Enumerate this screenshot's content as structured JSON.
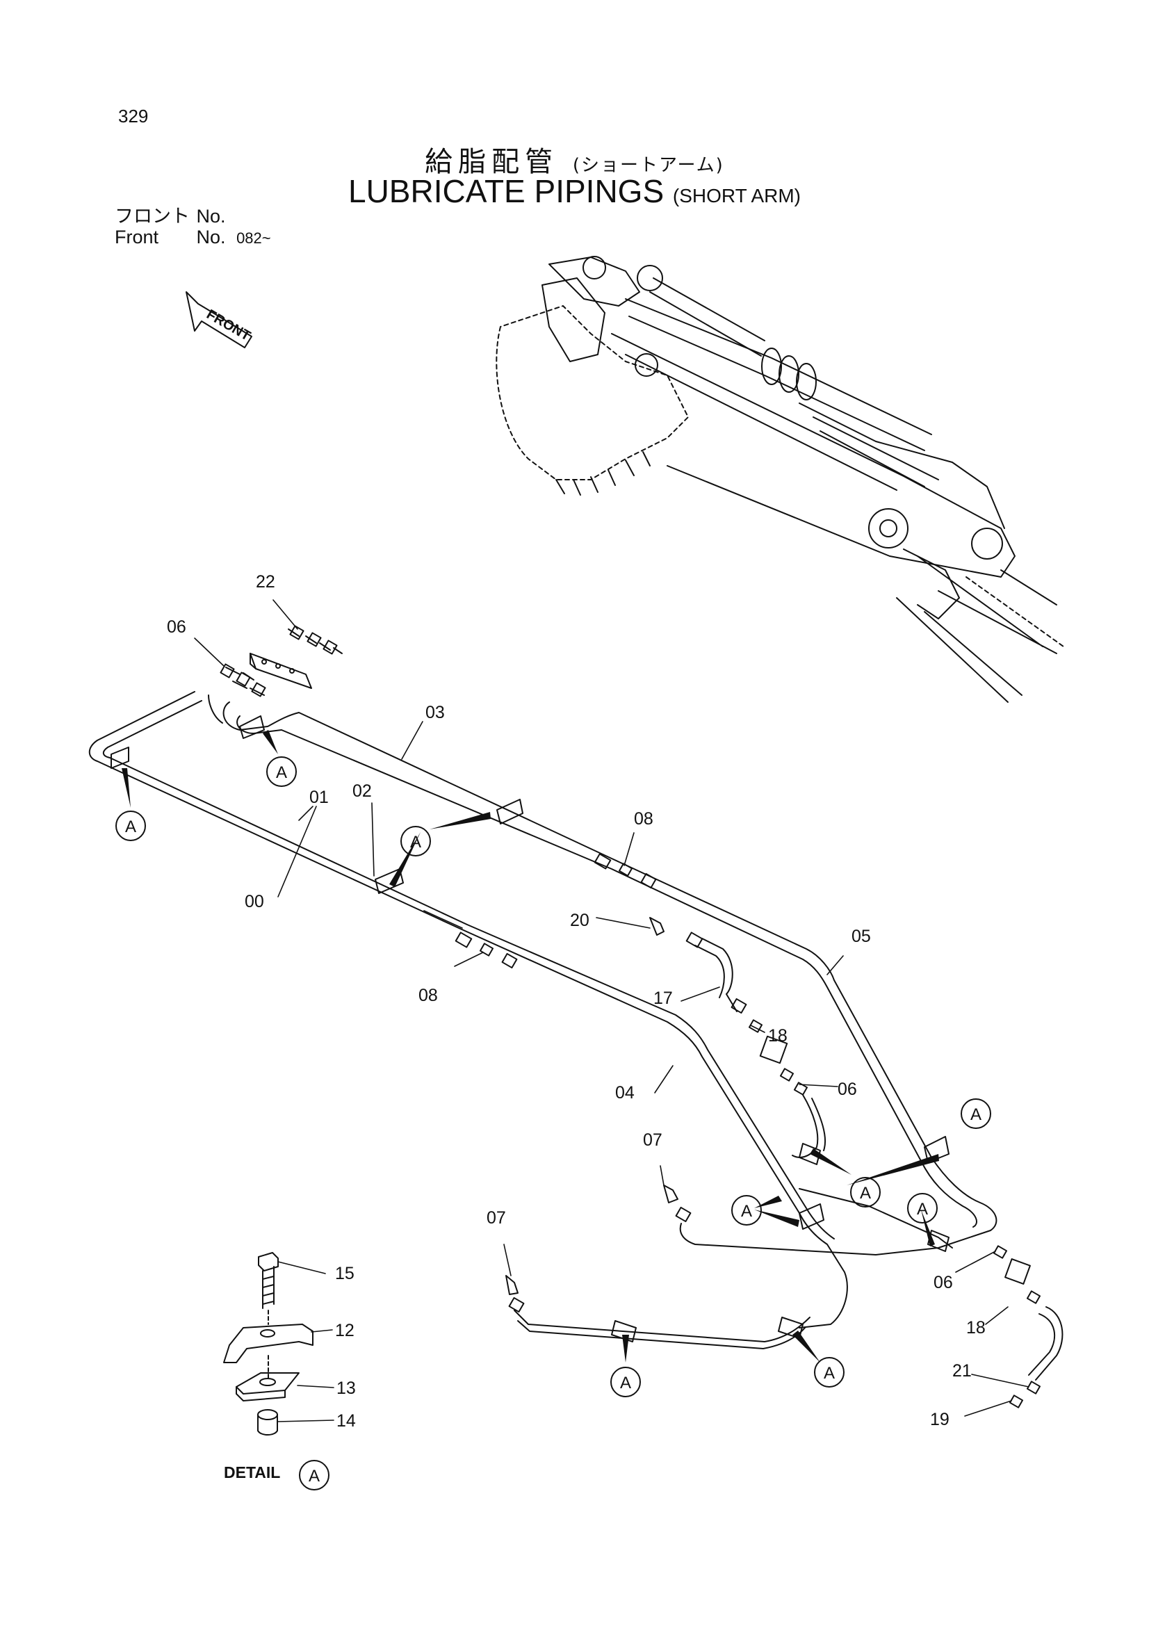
{
  "page_number": "329",
  "title_jp": "給脂配管",
  "title_jp_suffix": "(ショートアーム)",
  "title_en": "LUBRICATE PIPINGS",
  "title_en_suffix": "(SHORT ARM)",
  "front_label_jp": "フロント",
  "front_label_en": "Front",
  "no_label": "No.",
  "front_no_value": "082~",
  "front_arrow_text": "FRONT",
  "detail_label": "DETAIL",
  "detail_ref": "A",
  "part_labels": [
    "22",
    "06",
    "03",
    "02",
    "01",
    "00",
    "08",
    "08",
    "20",
    "17",
    "18",
    "06",
    "05",
    "04",
    "07",
    "07",
    "06",
    "18",
    "21",
    "19",
    "15",
    "12",
    "13",
    "14"
  ],
  "callout_letter": "A"
}
